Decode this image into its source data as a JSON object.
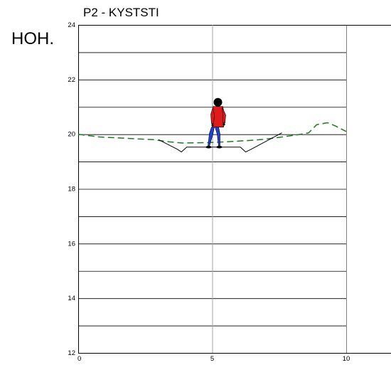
{
  "title": "P2 - KYSTSTI",
  "y_axis_caption": "HOH.",
  "colors": {
    "grid": "#000000",
    "center_line": "#a6a6a6",
    "existing_terrain": "#000000",
    "new_profile": "#1e7a1e",
    "figure_jacket": "#e01b1b",
    "figure_pants": "#1f3fd6",
    "figure_outline": "#000000"
  },
  "icons": {
    "person": "standing-person-icon"
  },
  "chart_data": {
    "type": "line",
    "xlim": [
      0,
      10
    ],
    "ylim": [
      12,
      24
    ],
    "x_ticks": [
      0,
      5,
      10
    ],
    "x_tick_labels": [
      "0",
      "5",
      "10"
    ],
    "y_ticks": [
      12,
      14,
      16,
      18,
      20,
      22,
      24
    ],
    "y_tick_labels": [
      "12",
      "14",
      "16",
      "18",
      "20",
      "22",
      "24"
    ],
    "y_gridlines": [
      12,
      13,
      14,
      15,
      16,
      17,
      18,
      19,
      20,
      21,
      22,
      23,
      24
    ],
    "center_x": 5,
    "series": [
      {
        "style": "dashed",
        "x": [
          0,
          0.8,
          1.8,
          2.8,
          3.4,
          3.9,
          4.5,
          5.0,
          5.5,
          6.0,
          6.5,
          7.0,
          7.6,
          8.2,
          8.6,
          8.9,
          9.3,
          9.6,
          10.0
        ],
        "y": [
          20.0,
          19.9,
          19.85,
          19.8,
          19.72,
          19.68,
          19.69,
          19.7,
          19.72,
          19.75,
          19.78,
          19.82,
          19.9,
          19.98,
          20.05,
          20.35,
          20.42,
          20.3,
          20.1
        ]
      },
      {
        "style": "solid",
        "x": [
          3.0,
          3.7,
          3.85,
          4.05,
          6.05,
          6.25,
          6.45,
          7.6
        ],
        "y": [
          19.8,
          19.45,
          19.35,
          19.53,
          19.53,
          19.35,
          19.45,
          20.05
        ]
      }
    ]
  }
}
